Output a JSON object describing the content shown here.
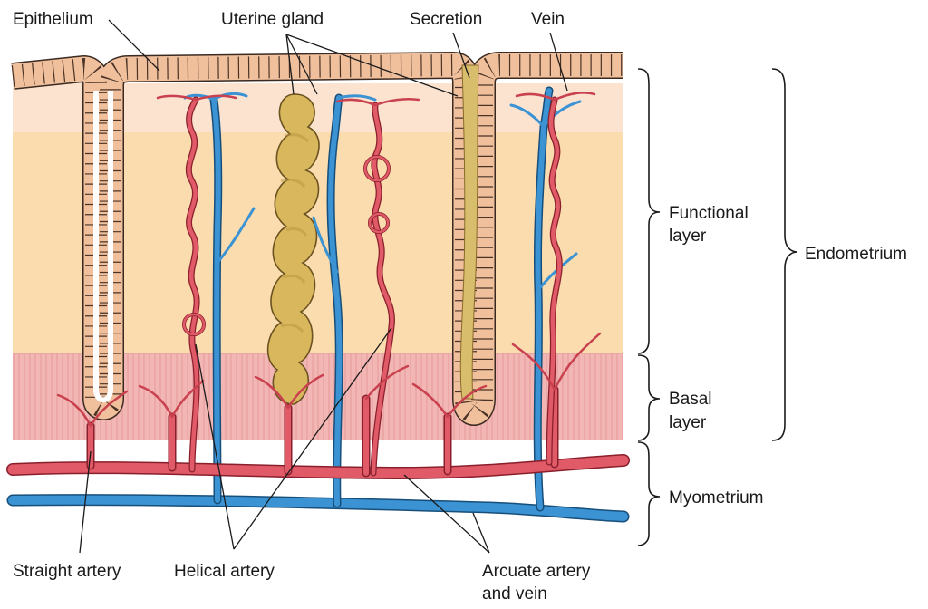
{
  "labels": {
    "epithelium": "Epithelium",
    "uterine_gland": "Uterine gland",
    "secretion": "Secretion",
    "vein": "Vein",
    "functional_layer_1": "Functional",
    "functional_layer_2": "layer",
    "basal_layer_1": "Basal",
    "basal_layer_2": "layer",
    "endometrium": "Endometrium",
    "myometrium": "Myometrium",
    "straight_artery": "Straight artery",
    "helical_artery": "Helical artery",
    "arcuate_1": "Arcuate artery",
    "arcuate_2": "and vein"
  },
  "colors": {
    "artery": "#e05a68",
    "artery_stroke": "#8a1f2c",
    "vein": "#3b93d4",
    "vein_stroke": "#174f7a",
    "epithelium_fill": "#f0bf9c",
    "functional_layer": "#fbdcae",
    "functional_top": "#fbe3d0",
    "basal_layer": "#f2b6b4",
    "gland_fill": "#d9b75d",
    "secretion_fill": "#d8bd6c"
  }
}
